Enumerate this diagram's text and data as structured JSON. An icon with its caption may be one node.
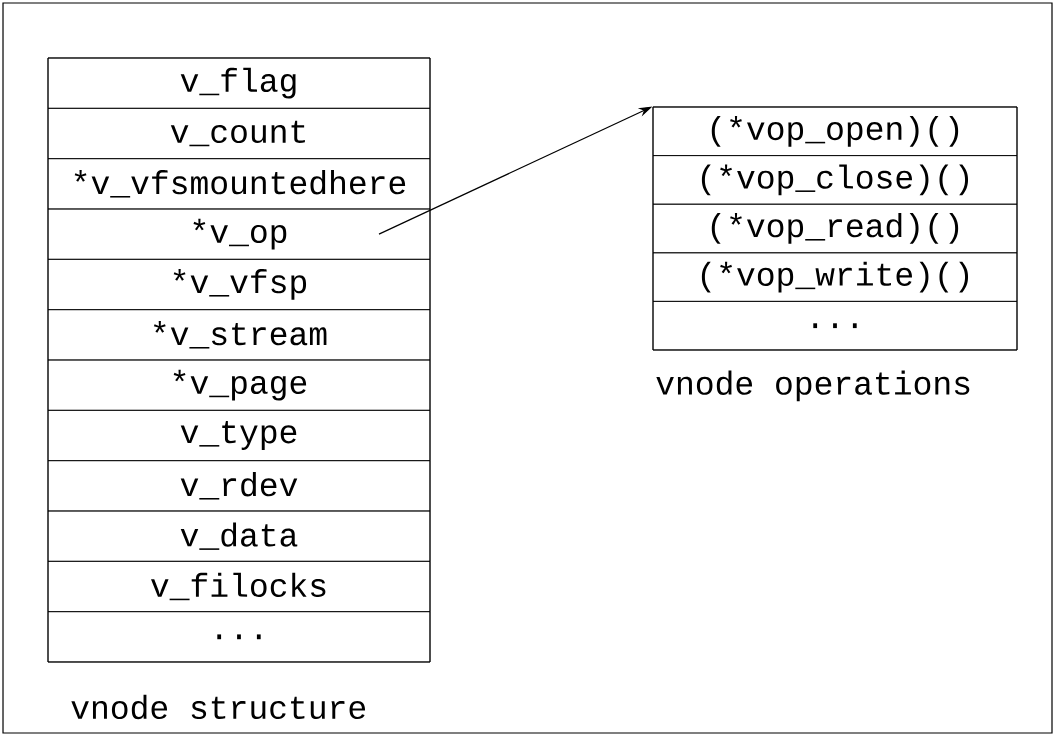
{
  "diagram": {
    "nodes": [
      {
        "text": [
          "vnode structure"
        ]
      },
      {
        "text": [
          "v_flag"
        ],
        "in": 0
      },
      {
        "text": [
          "v_count"
        ],
        "in": 0
      },
      {
        "text": [
          "*v_vfsmountedhere"
        ],
        "in": 0
      },
      {
        "text": [
          "*v_op"
        ],
        "in": 0
      },
      {
        "text": [
          "*v_vfsp"
        ],
        "in": 0
      },
      {
        "text": [
          "*v_stream"
        ],
        "in": 0
      },
      {
        "text": [
          "*v_page"
        ],
        "in": 0
      },
      {
        "text": [
          "v_type"
        ],
        "in": 0
      },
      {
        "text": [
          "v_rdev"
        ],
        "in": 0
      },
      {
        "text": [
          "v_data"
        ],
        "in": 0
      },
      {
        "text": [
          "v_filocks"
        ],
        "in": 0
      },
      {
        "text": [
          "..."
        ],
        "in": 0
      },
      {
        "text": [
          "vnode operations"
        ]
      },
      {
        "text": [
          "(*vop_open)()"
        ],
        "in": 13
      },
      {
        "text": [
          "(*vop_close)()"
        ],
        "in": 13
      },
      {
        "text": [
          "(*vop_read)()"
        ],
        "in": 13
      },
      {
        "text": [
          "(*vop_write)()"
        ],
        "in": 13
      },
      {
        "text": [
          "..."
        ],
        "in": 13
      }
    ],
    "edges": [
      {
        "from": 4,
        "to": 13,
        "arrow": "to"
      }
    ]
  }
}
